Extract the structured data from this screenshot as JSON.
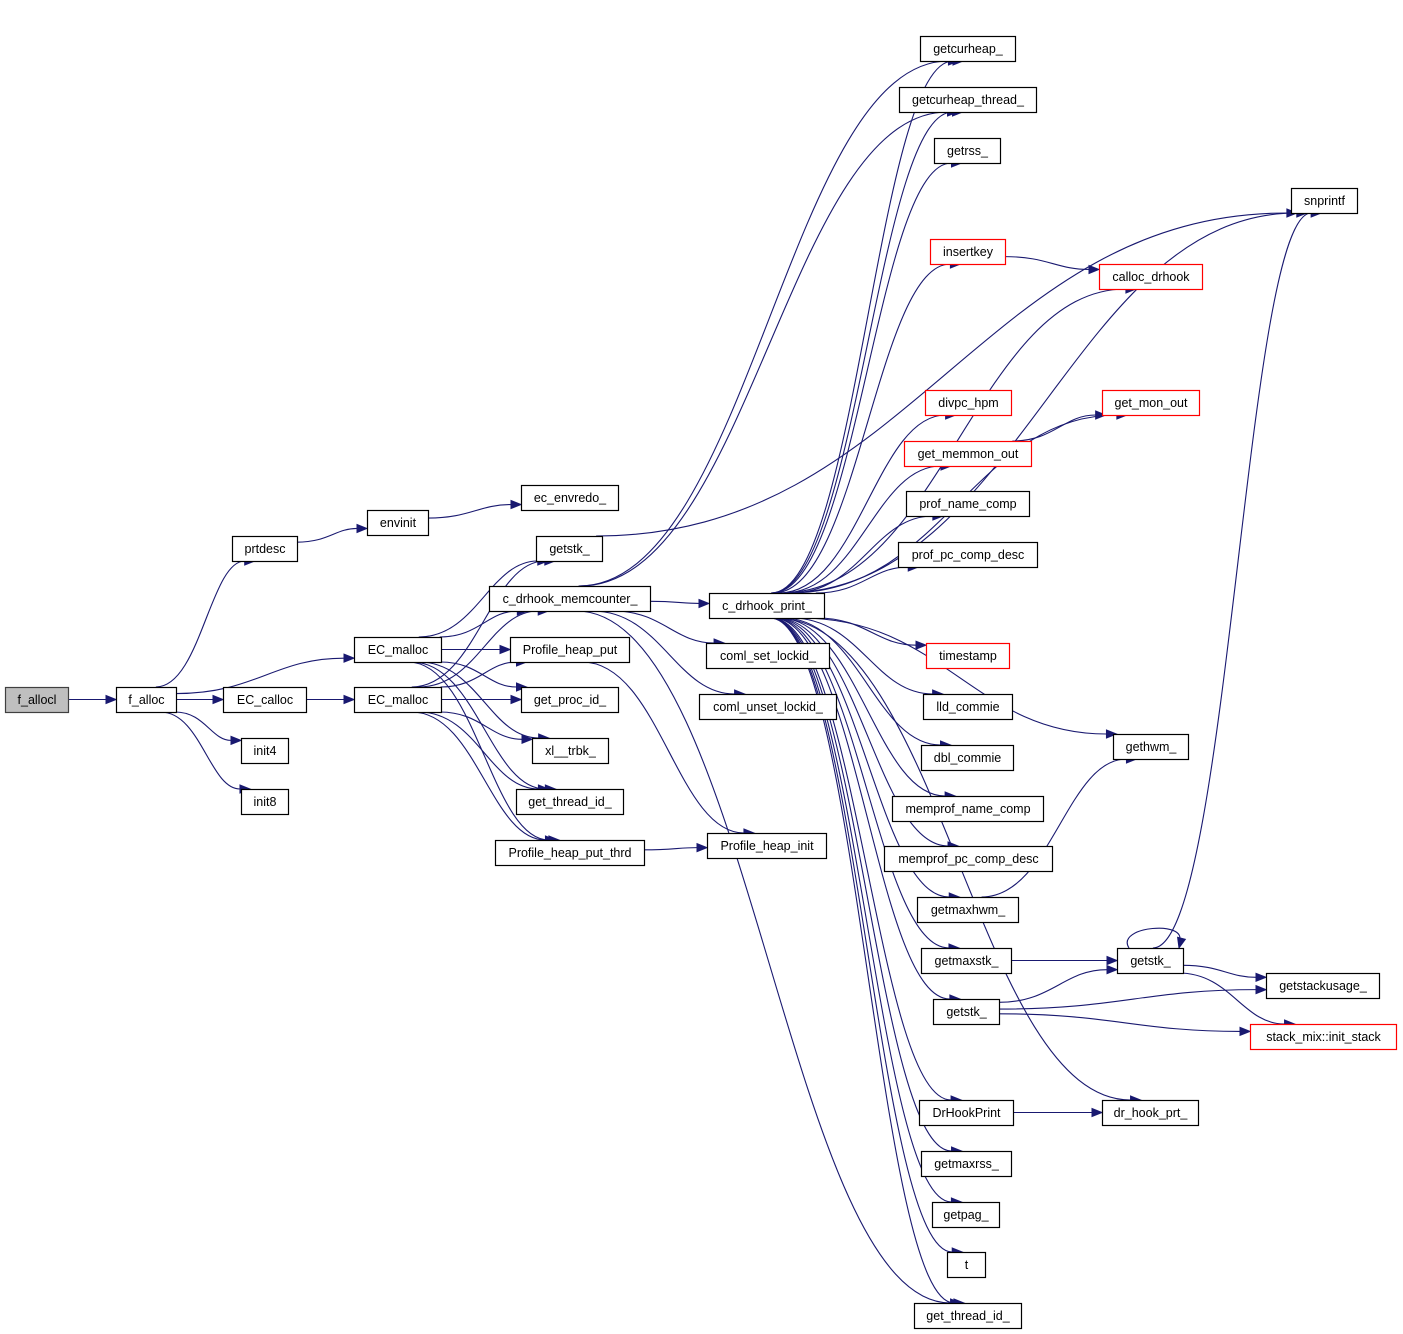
{
  "title": "f_allocl call graph",
  "colors": {
    "edge": "#191970",
    "node_border": "#000000",
    "external_border": "#ff0000",
    "root_fill": "#bfbfbf"
  },
  "nodes": [
    {
      "id": "f_allocl",
      "label": "f_allocl",
      "style": "root"
    },
    {
      "id": "f_alloc",
      "label": "f_alloc",
      "style": "normal"
    },
    {
      "id": "prtdesc",
      "label": "prtdesc",
      "style": "normal"
    },
    {
      "id": "envinit",
      "label": "envinit",
      "style": "normal"
    },
    {
      "id": "ec_envredo_",
      "label": "ec_envredo_",
      "style": "normal"
    },
    {
      "id": "EC_malloc_a",
      "label": "EC_malloc",
      "style": "normal"
    },
    {
      "id": "EC_calloc",
      "label": "EC_calloc",
      "style": "normal"
    },
    {
      "id": "EC_malloc_b",
      "label": "EC_malloc",
      "style": "normal"
    },
    {
      "id": "init4",
      "label": "init4",
      "style": "normal"
    },
    {
      "id": "init8",
      "label": "init8",
      "style": "normal"
    },
    {
      "id": "getstk_a",
      "label": "getstk_",
      "style": "normal"
    },
    {
      "id": "c_drhook_memcounter_",
      "label": "c_drhook_memcounter_",
      "style": "normal"
    },
    {
      "id": "Profile_heap_put",
      "label": "Profile_heap_put",
      "style": "normal"
    },
    {
      "id": "get_proc_id_",
      "label": "get_proc_id_",
      "style": "normal"
    },
    {
      "id": "xl__trbk_",
      "label": "xl__trbk_",
      "style": "normal"
    },
    {
      "id": "get_thread_id_a",
      "label": "get_thread_id_",
      "style": "normal"
    },
    {
      "id": "Profile_heap_put_thrd",
      "label": "Profile_heap_put_thrd",
      "style": "normal"
    },
    {
      "id": "Profile_heap_init",
      "label": "Profile_heap_init",
      "style": "normal"
    },
    {
      "id": "c_drhook_print_",
      "label": "c_drhook_print_",
      "style": "normal"
    },
    {
      "id": "coml_set_lockid_",
      "label": "coml_set_lockid_",
      "style": "normal"
    },
    {
      "id": "coml_unset_lockid_",
      "label": "coml_unset_lockid_",
      "style": "normal"
    },
    {
      "id": "getcurheap_",
      "label": "getcurheap_",
      "style": "normal"
    },
    {
      "id": "getcurheap_thread_",
      "label": "getcurheap_thread_",
      "style": "normal"
    },
    {
      "id": "getrss_",
      "label": "getrss_",
      "style": "normal"
    },
    {
      "id": "insertkey",
      "label": "insertkey",
      "style": "red"
    },
    {
      "id": "divpc_hpm",
      "label": "divpc_hpm",
      "style": "red"
    },
    {
      "id": "get_memmon_out",
      "label": "get_memmon_out",
      "style": "red"
    },
    {
      "id": "prof_name_comp",
      "label": "prof_name_comp",
      "style": "normal"
    },
    {
      "id": "prof_pc_comp_desc",
      "label": "prof_pc_comp_desc",
      "style": "normal"
    },
    {
      "id": "timestamp",
      "label": "timestamp",
      "style": "red"
    },
    {
      "id": "lld_commie",
      "label": "lld_commie",
      "style": "normal"
    },
    {
      "id": "dbl_commie",
      "label": "dbl_commie",
      "style": "normal"
    },
    {
      "id": "memprof_name_comp",
      "label": "memprof_name_comp",
      "style": "normal"
    },
    {
      "id": "memprof_pc_comp_desc",
      "label": "memprof_pc_comp_desc",
      "style": "normal"
    },
    {
      "id": "getmaxhwm_",
      "label": "getmaxhwm_",
      "style": "normal"
    },
    {
      "id": "getmaxstk_",
      "label": "getmaxstk_",
      "style": "normal"
    },
    {
      "id": "getstk_b",
      "label": "getstk_",
      "style": "normal"
    },
    {
      "id": "DrHookPrint",
      "label": "DrHookPrint",
      "style": "normal"
    },
    {
      "id": "getmaxrss_",
      "label": "getmaxrss_",
      "style": "normal"
    },
    {
      "id": "getpag_",
      "label": "getpag_",
      "style": "normal"
    },
    {
      "id": "t",
      "label": "t",
      "style": "normal"
    },
    {
      "id": "get_thread_id_b",
      "label": "get_thread_id_",
      "style": "normal"
    },
    {
      "id": "snprintf",
      "label": "snprintf",
      "style": "normal"
    },
    {
      "id": "calloc_drhook",
      "label": "calloc_drhook",
      "style": "red"
    },
    {
      "id": "get_mon_out",
      "label": "get_mon_out",
      "style": "red"
    },
    {
      "id": "gethwm_",
      "label": "gethwm_",
      "style": "normal"
    },
    {
      "id": "getstk_c",
      "label": "getstk_",
      "style": "normal"
    },
    {
      "id": "getstackusage_",
      "label": "getstackusage_",
      "style": "normal"
    },
    {
      "id": "stack_mix_init_stack",
      "label": "stack_mix::init_stack",
      "style": "red"
    },
    {
      "id": "dr_hook_prt_",
      "label": "dr_hook_prt_",
      "style": "normal"
    }
  ],
  "edges": [
    [
      "f_allocl",
      "f_alloc"
    ],
    [
      "f_alloc",
      "prtdesc"
    ],
    [
      "f_alloc",
      "EC_malloc_a"
    ],
    [
      "f_alloc",
      "EC_calloc"
    ],
    [
      "f_alloc",
      "init4"
    ],
    [
      "f_alloc",
      "init8"
    ],
    [
      "prtdesc",
      "envinit"
    ],
    [
      "envinit",
      "ec_envredo_"
    ],
    [
      "EC_calloc",
      "EC_malloc_b"
    ],
    [
      "EC_malloc_a",
      "getstk_a"
    ],
    [
      "EC_malloc_a",
      "c_drhook_memcounter_"
    ],
    [
      "EC_malloc_a",
      "Profile_heap_put"
    ],
    [
      "EC_malloc_a",
      "get_proc_id_"
    ],
    [
      "EC_malloc_a",
      "xl__trbk_"
    ],
    [
      "EC_malloc_a",
      "get_thread_id_a"
    ],
    [
      "EC_malloc_a",
      "Profile_heap_put_thrd"
    ],
    [
      "EC_malloc_b",
      "getstk_a"
    ],
    [
      "EC_malloc_b",
      "c_drhook_memcounter_"
    ],
    [
      "EC_malloc_b",
      "Profile_heap_put"
    ],
    [
      "EC_malloc_b",
      "get_proc_id_"
    ],
    [
      "EC_malloc_b",
      "xl__trbk_"
    ],
    [
      "EC_malloc_b",
      "get_thread_id_a"
    ],
    [
      "EC_malloc_b",
      "Profile_heap_put_thrd"
    ],
    [
      "getstk_a",
      "snprintf"
    ],
    [
      "c_drhook_memcounter_",
      "c_drhook_print_"
    ],
    [
      "c_drhook_memcounter_",
      "coml_set_lockid_"
    ],
    [
      "c_drhook_memcounter_",
      "coml_unset_lockid_"
    ],
    [
      "c_drhook_memcounter_",
      "getcurheap_"
    ],
    [
      "c_drhook_memcounter_",
      "getcurheap_thread_"
    ],
    [
      "c_drhook_memcounter_",
      "get_thread_id_b"
    ],
    [
      "Profile_heap_put",
      "Profile_heap_init"
    ],
    [
      "Profile_heap_put_thrd",
      "Profile_heap_init"
    ],
    [
      "c_drhook_print_",
      "getcurheap_"
    ],
    [
      "c_drhook_print_",
      "getcurheap_thread_"
    ],
    [
      "c_drhook_print_",
      "getrss_"
    ],
    [
      "c_drhook_print_",
      "snprintf"
    ],
    [
      "c_drhook_print_",
      "insertkey"
    ],
    [
      "c_drhook_print_",
      "calloc_drhook"
    ],
    [
      "c_drhook_print_",
      "get_mon_out"
    ],
    [
      "c_drhook_print_",
      "divpc_hpm"
    ],
    [
      "c_drhook_print_",
      "get_memmon_out"
    ],
    [
      "c_drhook_print_",
      "prof_name_comp"
    ],
    [
      "c_drhook_print_",
      "prof_pc_comp_desc"
    ],
    [
      "c_drhook_print_",
      "gethwm_"
    ],
    [
      "c_drhook_print_",
      "timestamp"
    ],
    [
      "c_drhook_print_",
      "lld_commie"
    ],
    [
      "c_drhook_print_",
      "dbl_commie"
    ],
    [
      "c_drhook_print_",
      "memprof_name_comp"
    ],
    [
      "c_drhook_print_",
      "memprof_pc_comp_desc"
    ],
    [
      "c_drhook_print_",
      "getmaxhwm_"
    ],
    [
      "c_drhook_print_",
      "getmaxstk_"
    ],
    [
      "c_drhook_print_",
      "getstk_b"
    ],
    [
      "c_drhook_print_",
      "dr_hook_prt_"
    ],
    [
      "c_drhook_print_",
      "DrHookPrint"
    ],
    [
      "c_drhook_print_",
      "getmaxrss_"
    ],
    [
      "c_drhook_print_",
      "getpag_"
    ],
    [
      "c_drhook_print_",
      "t"
    ],
    [
      "c_drhook_print_",
      "get_thread_id_b"
    ],
    [
      "insertkey",
      "calloc_drhook"
    ],
    [
      "get_memmon_out",
      "get_mon_out"
    ],
    [
      "getmaxhwm_",
      "gethwm_"
    ],
    [
      "getmaxstk_",
      "getstk_c"
    ],
    [
      "getstk_b",
      "getstk_c"
    ],
    [
      "getstk_b",
      "getstackusage_"
    ],
    [
      "getstk_b",
      "stack_mix_init_stack"
    ],
    [
      "getstk_c",
      "getstk_c"
    ],
    [
      "getstk_c",
      "snprintf"
    ],
    [
      "getstk_c",
      "getstackusage_"
    ],
    [
      "getstk_c",
      "stack_mix_init_stack"
    ],
    [
      "DrHookPrint",
      "dr_hook_prt_"
    ]
  ]
}
